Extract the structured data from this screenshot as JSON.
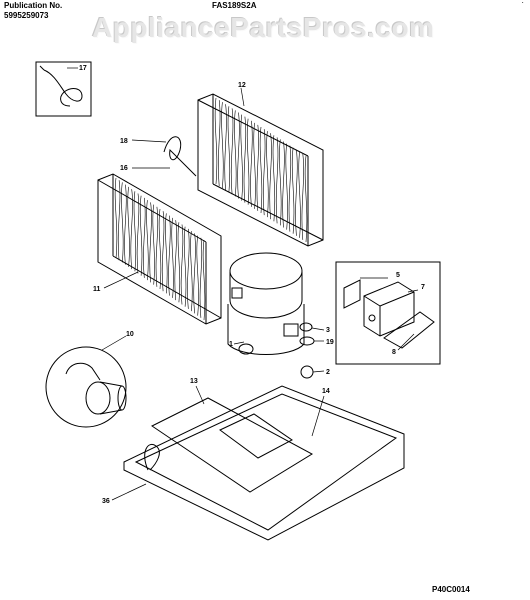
{
  "header": {
    "publication_label": "Publication No.",
    "publication_number": "5995259073",
    "model": "FAS189S2A",
    "corner_mark": "·"
  },
  "watermark": "AppliancePartsPros.com",
  "figure_code": "P40C0014",
  "callouts": [
    "17",
    "12",
    "18",
    "16",
    "11",
    "5",
    "7",
    "3",
    "19",
    "2",
    "8",
    "1",
    "10",
    "13",
    "14",
    "36"
  ]
}
